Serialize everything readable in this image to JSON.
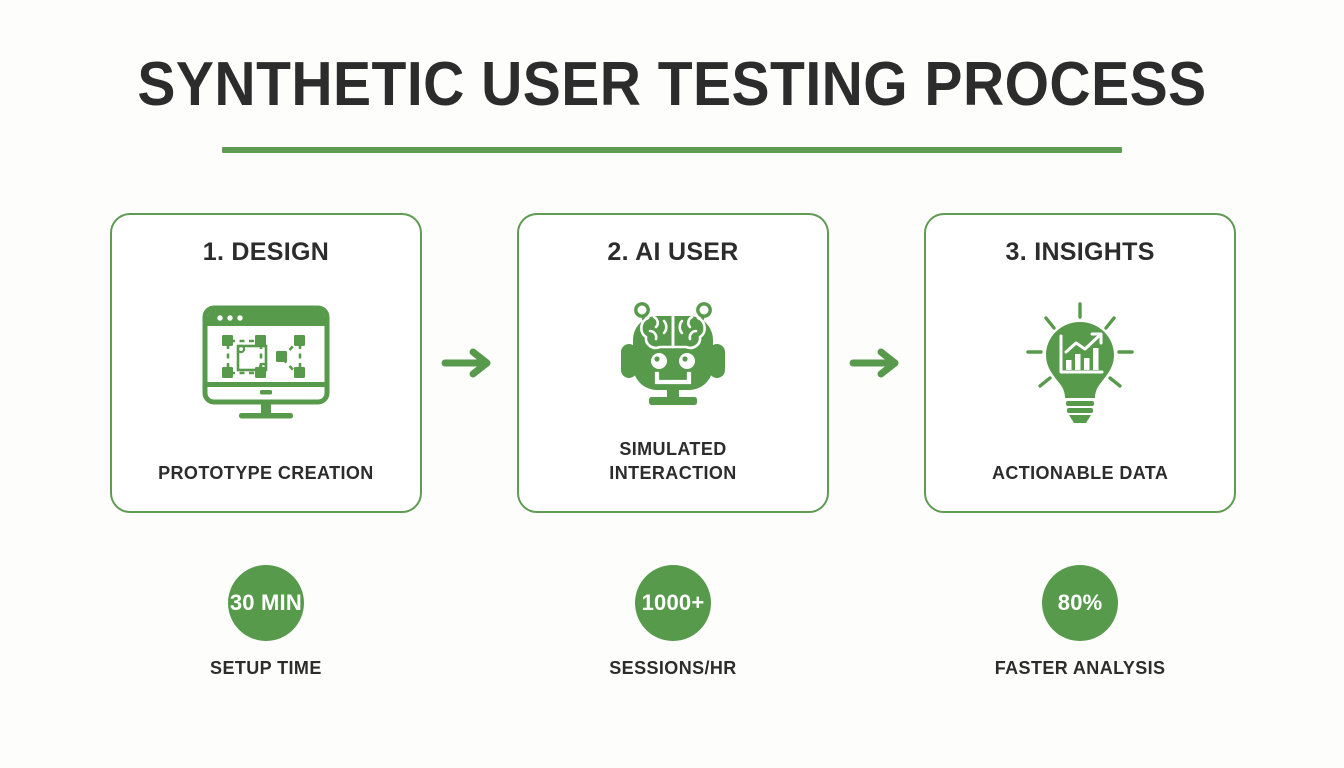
{
  "header": {
    "title": "SYNTHETIC USER TESTING PROCESS"
  },
  "colors": {
    "green": "#589a4c",
    "border_green": "#5f9b52",
    "text_dark": "#2c2c2c",
    "background": "#fdfdfc"
  },
  "steps": [
    {
      "title": "1. DESIGN",
      "caption": "PROTOTYPE CREATION",
      "icon": "monitor-wireframe-icon"
    },
    {
      "title": "2. AI USER",
      "caption": "SIMULATED\nINTERACTION",
      "icon": "ai-robot-head-icon"
    },
    {
      "title": "3. INSIGHTS",
      "caption": "ACTIONABLE DATA",
      "icon": "lightbulb-chart-icon"
    }
  ],
  "connectors": [
    {
      "icon": "arrow-right-icon"
    },
    {
      "icon": "arrow-right-icon"
    }
  ],
  "stats": [
    {
      "value": "30 MIN",
      "label": "SETUP TIME"
    },
    {
      "value": "1000+",
      "label": "SESSIONS/HR"
    },
    {
      "value": "80%",
      "label": "FASTER ANALYSIS"
    }
  ]
}
